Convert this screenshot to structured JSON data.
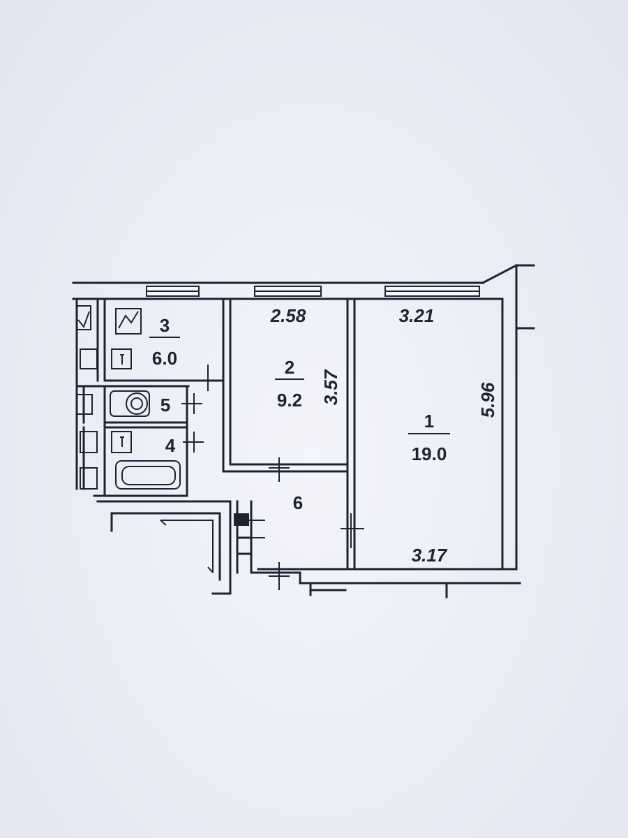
{
  "rooms": [
    {
      "number": "1",
      "area": "19.0"
    },
    {
      "number": "2",
      "area": "9.2"
    },
    {
      "number": "3",
      "area": "6.0"
    },
    {
      "number": "4"
    },
    {
      "number": "5"
    },
    {
      "number": "6"
    }
  ],
  "dimensions": {
    "room2_width": "2.58",
    "room2_depth": "3.57",
    "room1_width_top": "3.21",
    "room1_width_bottom": "3.17",
    "room1_depth": "5.96"
  },
  "colors": {
    "paper": "#eceef7",
    "ink": "#1f2330"
  }
}
